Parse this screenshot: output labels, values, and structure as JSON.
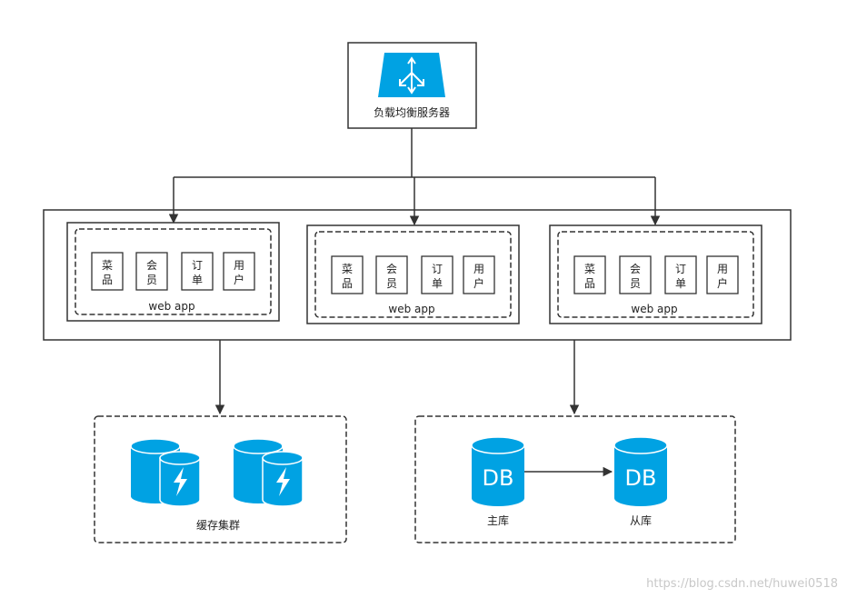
{
  "colors": {
    "accent": "#00a2e3",
    "line": "#333333"
  },
  "load_balancer": {
    "label": "负载均衡服务器",
    "icon": "load-balancer-icon"
  },
  "webapps": [
    {
      "label": "web app",
      "modules": [
        [
          "菜",
          "品"
        ],
        [
          "会",
          "员"
        ],
        [
          "订",
          "单"
        ],
        [
          "用",
          "户"
        ]
      ]
    },
    {
      "label": "web app",
      "modules": [
        [
          "菜",
          "品"
        ],
        [
          "会",
          "员"
        ],
        [
          "订",
          "单"
        ],
        [
          "用",
          "户"
        ]
      ]
    },
    {
      "label": "web app",
      "modules": [
        [
          "菜",
          "品"
        ],
        [
          "会",
          "员"
        ],
        [
          "订",
          "单"
        ],
        [
          "用",
          "户"
        ]
      ]
    }
  ],
  "cache": {
    "label": "缓存集群",
    "icon": "cache-database-icon"
  },
  "database": {
    "master_text": "DB",
    "master_label": "主库",
    "slave_text": "DB",
    "slave_label": "从库"
  },
  "watermark": "https://blog.csdn.net/huwei0518"
}
